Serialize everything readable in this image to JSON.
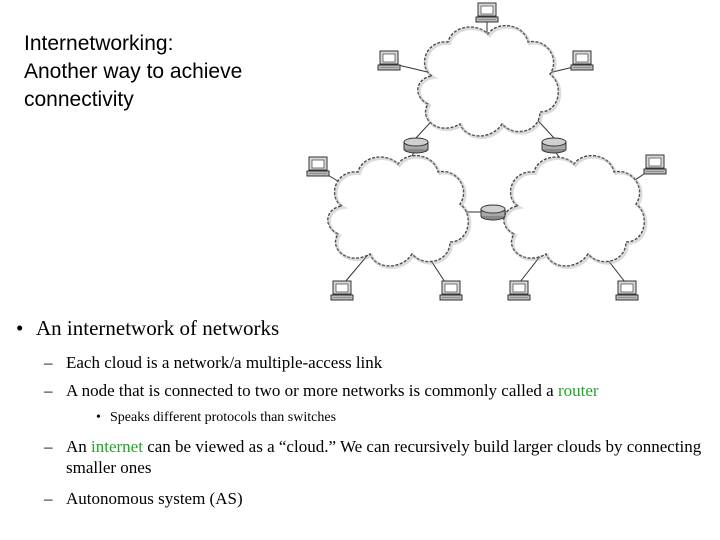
{
  "title": {
    "lines": [
      "Internetworking:",
      "Another way to achieve",
      "connectivity"
    ]
  },
  "diagram": {
    "node_icon": "computer-icon",
    "router_icon": "router-icon",
    "cloud_icon": "cloud-network",
    "accent_color": "#22a52a"
  },
  "bullets": {
    "main": "An internetwork of networks",
    "cloud_network": "Each cloud is a network/a multiple-access link",
    "router_pre": "A node that is connected to two or more networks is commonly called a ",
    "router_word": "router",
    "speaks": "Speaks different protocols than switches",
    "internet_pre": "An ",
    "internet_word": "internet",
    "internet_post": " can be viewed as a “cloud.” We can recursively build larger clouds by connecting smaller ones",
    "as": "Autonomous system (AS)",
    "dash": "–",
    "dot": "•"
  }
}
